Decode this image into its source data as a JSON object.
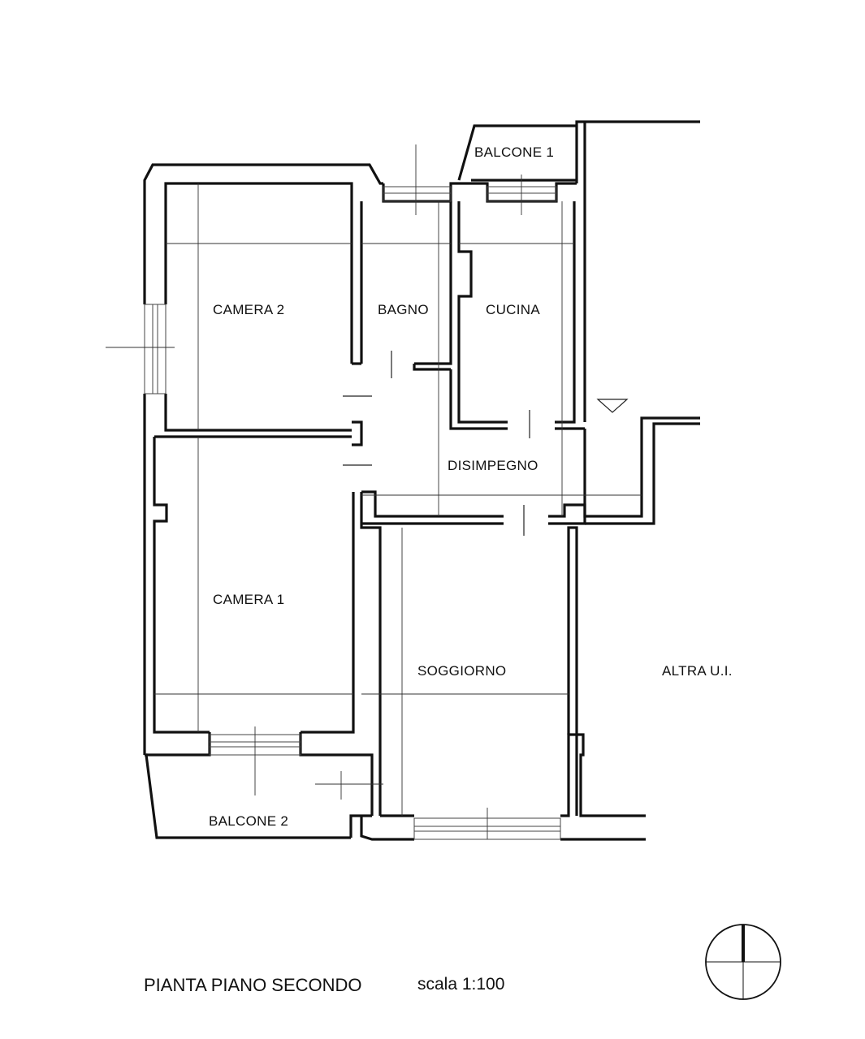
{
  "rooms": {
    "camera2": "CAMERA 2",
    "bagno": "BAGNO",
    "cucina": "CUCINA",
    "disimpegno": "DISIMPEGNO",
    "camera1": "CAMERA 1",
    "soggiorno": "SOGGIORNO",
    "balcone1": "BALCONE 1",
    "balcone2": "BALCONE 2",
    "altra_ui": "ALTRA U.I."
  },
  "footer": {
    "title": "PIANTA PIANO SECONDO",
    "scale": "scala 1:100"
  }
}
